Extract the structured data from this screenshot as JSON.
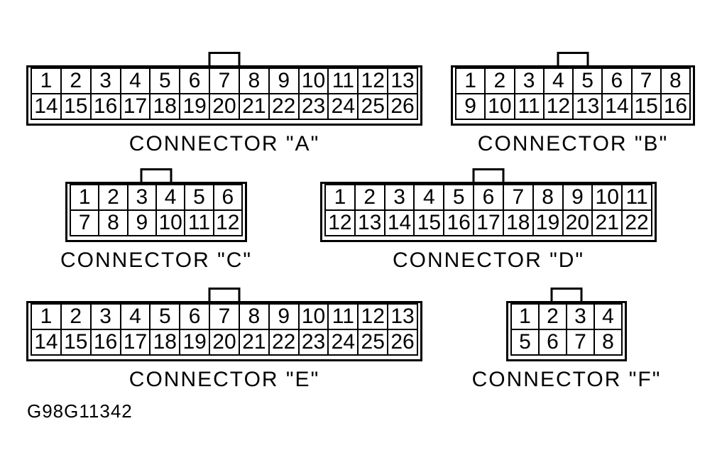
{
  "page": {
    "background_color": "#ffffff",
    "line_color": "#000000"
  },
  "diagram": {
    "figure_id": "G98G11342",
    "connectors": [
      {
        "id": "A",
        "label": "CONNECTOR \"A\"",
        "columns": 13,
        "pin_rows": [
          [
            "1",
            "2",
            "3",
            "4",
            "5",
            "6",
            "7",
            "8",
            "9",
            "10",
            "11",
            "12",
            "13"
          ],
          [
            "14",
            "15",
            "16",
            "17",
            "18",
            "19",
            "20",
            "21",
            "22",
            "23",
            "24",
            "25",
            "26"
          ]
        ]
      },
      {
        "id": "B",
        "label": "CONNECTOR \"B\"",
        "columns": 8,
        "pin_rows": [
          [
            "1",
            "2",
            "3",
            "4",
            "5",
            "6",
            "7",
            "8"
          ],
          [
            "9",
            "10",
            "11",
            "12",
            "13",
            "14",
            "15",
            "16"
          ]
        ]
      },
      {
        "id": "C",
        "label": "CONNECTOR \"C\"",
        "columns": 6,
        "pin_rows": [
          [
            "1",
            "2",
            "3",
            "4",
            "5",
            "6"
          ],
          [
            "7",
            "8",
            "9",
            "10",
            "11",
            "12"
          ]
        ]
      },
      {
        "id": "D",
        "label": "CONNECTOR \"D\"",
        "columns": 11,
        "pin_rows": [
          [
            "1",
            "2",
            "3",
            "4",
            "5",
            "6",
            "7",
            "8",
            "9",
            "10",
            "11"
          ],
          [
            "12",
            "13",
            "14",
            "15",
            "16",
            "17",
            "18",
            "19",
            "20",
            "21",
            "22"
          ]
        ]
      },
      {
        "id": "E",
        "label": "CONNECTOR \"E\"",
        "columns": 13,
        "pin_rows": [
          [
            "1",
            "2",
            "3",
            "4",
            "5",
            "6",
            "7",
            "8",
            "9",
            "10",
            "11",
            "12",
            "13"
          ],
          [
            "14",
            "15",
            "16",
            "17",
            "18",
            "19",
            "20",
            "21",
            "22",
            "23",
            "24",
            "25",
            "26"
          ]
        ]
      },
      {
        "id": "F",
        "label": "CONNECTOR \"F\"",
        "columns": 4,
        "pin_rows": [
          [
            "1",
            "2",
            "3",
            "4"
          ],
          [
            "5",
            "6",
            "7",
            "8"
          ]
        ]
      }
    ]
  }
}
